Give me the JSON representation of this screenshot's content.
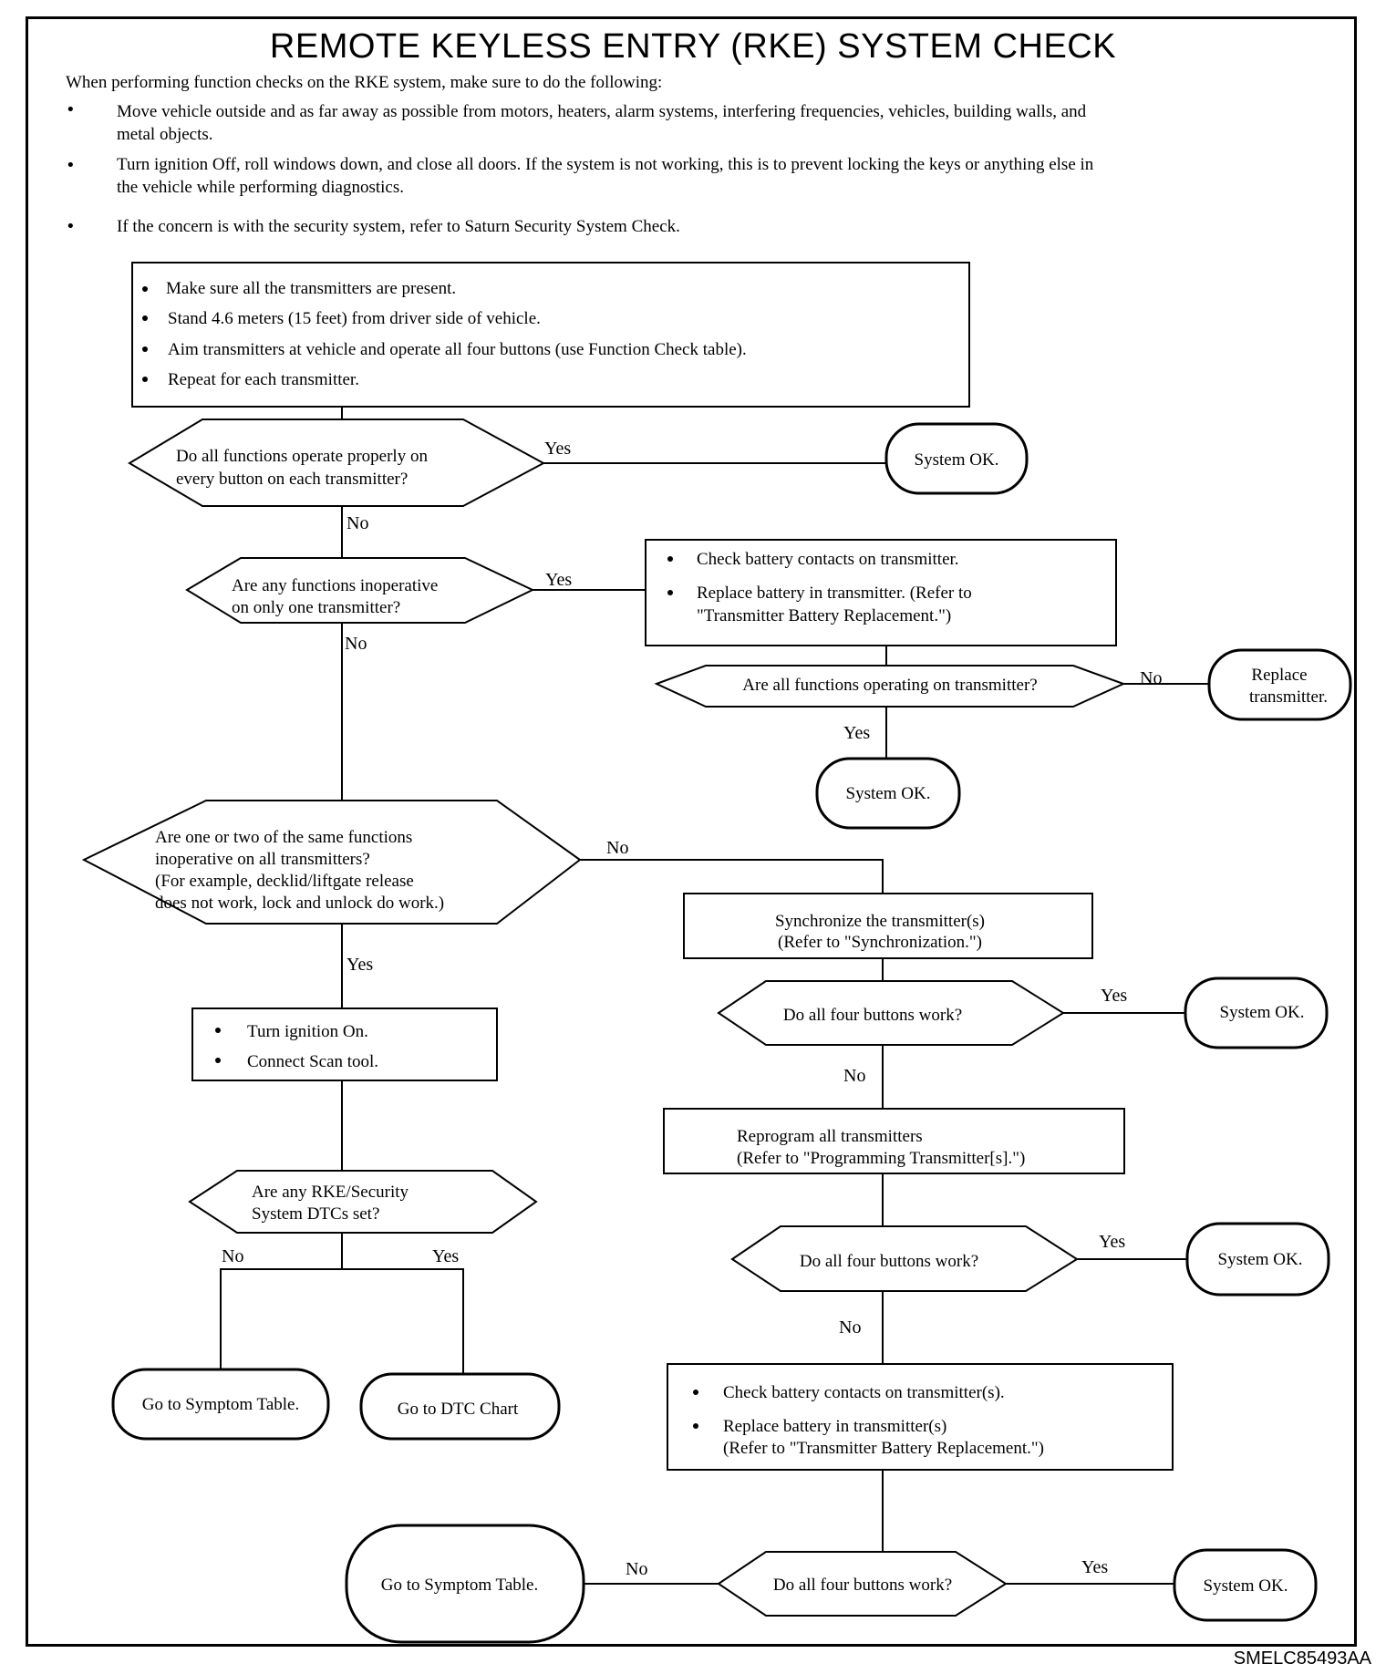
{
  "title": "REMOTE KEYLESS ENTRY (RKE) SYSTEM CHECK",
  "intro": "When performing function checks on the RKE system, make sure to do the following:",
  "preconditions": [
    [
      "Move vehicle outside and as far away as possible from motors, heaters, alarm systems, interfering frequencies, vehicles, building walls, and",
      "metal objects."
    ],
    [
      "Turn ignition Off, roll windows down, and close all doors. If the system is not working, this is to prevent locking the  keys or anything else in",
      "the vehicle while performing diagnostics."
    ],
    [
      "If the concern is with the security system, refer to Saturn Security System Check."
    ]
  ],
  "figure_code": "SMELC85493AA",
  "labels": {
    "yes": "Yes",
    "no": "No"
  },
  "nodes": {
    "start_box": [
      "Make sure all the transmitters are present.",
      "Stand 4.6 meters (15 feet) from driver side of vehicle.",
      "Aim transmitters at vehicle and operate all four buttons (use Function Check table).",
      "Repeat for each transmitter."
    ],
    "q1": [
      "Do all functions operate properly on",
      "every button on each transmitter?"
    ],
    "ok1": "System OK.",
    "q2": [
      "Are any functions inoperative",
      "on only one transmitter?"
    ],
    "battery_box": [
      "Check battery contacts on transmitter.",
      "Replace battery in transmitter. (Refer to",
      "\"Transmitter Battery Replacement.\")"
    ],
    "q3": [
      "Are all functions operating on transmitter?"
    ],
    "replace": [
      "Replace",
      "transmitter."
    ],
    "ok2": "System OK.",
    "q4": [
      "Are one or two of the same functions",
      "inoperative on all transmitters?",
      "(For example, decklid/liftgate release",
      "does not work, lock and unlock do work.)"
    ],
    "sync_box": [
      "Synchronize the transmitter(s)",
      "(Refer to \"Synchronization.\")"
    ],
    "q5": [
      "Do all four buttons work?"
    ],
    "ok3": "System OK.",
    "reprogram_box": [
      "Reprogram all transmitters",
      "(Refer to \"Programming Transmitter[s].\")"
    ],
    "q6": [
      "Do all four buttons work?"
    ],
    "ok4": "System OK.",
    "battery_box2": [
      "Check battery contacts on transmitter(s).",
      "Replace battery in transmitter(s)",
      "(Refer to \"Transmitter Battery Replacement.\")"
    ],
    "q7": [
      "Do all four buttons work?"
    ],
    "ok5": "System OK.",
    "symptom2": "Go to Symptom Table.",
    "ignition_box": [
      "Turn ignition On.",
      "Connect Scan tool."
    ],
    "q8": [
      "Are any RKE/Security",
      "System DTCs set?"
    ],
    "symptom1": "Go to Symptom Table.",
    "dtc": "Go to DTC Chart"
  }
}
